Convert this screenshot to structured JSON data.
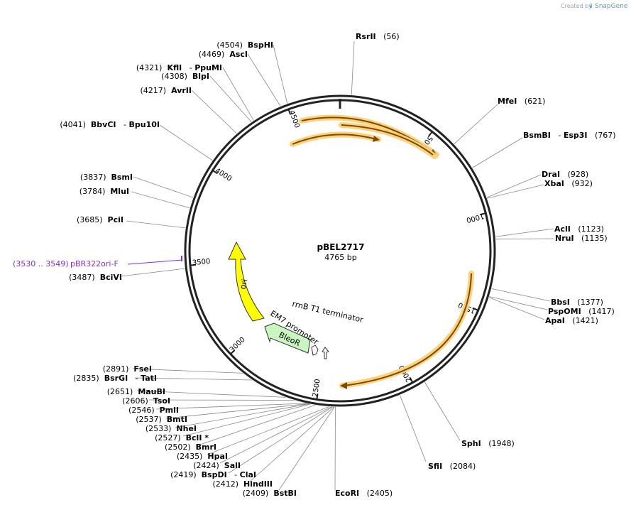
{
  "credit": {
    "created_by": "Created by",
    "app": "SnapGene"
  },
  "plasmid": {
    "name": "pBEL2717",
    "length_label": "4765 bp",
    "length": 4765
  },
  "ring_ticks": [
    "500",
    "1000",
    "1500",
    "2000",
    "2500",
    "3000",
    "3500",
    "4000",
    "4500"
  ],
  "sites": [
    {
      "id": "rsrii",
      "name": "RsrII",
      "pos": "(56)"
    },
    {
      "id": "mfei",
      "name": "MfeI",
      "pos": "(621)"
    },
    {
      "id": "bsmbi",
      "name": "BsmBI",
      "name2": "Esp3I",
      "pos": "(767)"
    },
    {
      "id": "drai",
      "name": "DraI",
      "pos": "(928)"
    },
    {
      "id": "xbai",
      "name": "XbaI",
      "pos": "(932)"
    },
    {
      "id": "acli",
      "name": "AclI",
      "pos": "(1123)"
    },
    {
      "id": "nrui",
      "name": "NruI",
      "pos": "(1135)"
    },
    {
      "id": "bbsi",
      "name": "BbsI",
      "pos": "(1377)"
    },
    {
      "id": "pspomi",
      "name": "PspOMI",
      "pos": "(1417)"
    },
    {
      "id": "apai",
      "name": "ApaI",
      "pos": "(1421)"
    },
    {
      "id": "sphi",
      "name": "SphI",
      "pos": "(1948)"
    },
    {
      "id": "sfii",
      "name": "SfiI",
      "pos": "(2084)"
    },
    {
      "id": "ecori",
      "name": "EcoRI",
      "pos": "(2405)"
    },
    {
      "id": "bstbi",
      "name": "BstBI",
      "pos": "(2409)"
    },
    {
      "id": "hindiii",
      "name": "HindIII",
      "pos": "(2412)"
    },
    {
      "id": "bspdi",
      "name": "BspDI",
      "name2": "ClaI",
      "pos": "(2419)"
    },
    {
      "id": "sali",
      "name": "SalI",
      "pos": "(2424)"
    },
    {
      "id": "hpai",
      "name": "HpaI",
      "pos": "(2435)"
    },
    {
      "id": "bmri",
      "name": "BmrI",
      "pos": "(2502)"
    },
    {
      "id": "bcli",
      "name": "BclI *",
      "pos": "(2527)"
    },
    {
      "id": "nhei",
      "name": "NheI",
      "pos": "(2533)"
    },
    {
      "id": "bmti",
      "name": "BmtI",
      "pos": "(2537)"
    },
    {
      "id": "pmli",
      "name": "PmlI",
      "pos": "(2546)"
    },
    {
      "id": "tsoi",
      "name": "TsoI",
      "pos": "(2606)"
    },
    {
      "id": "maubi",
      "name": "MauBI",
      "pos": "(2651)"
    },
    {
      "id": "bsrgi",
      "name": "BsrGI",
      "name2": "TatI",
      "pos": "(2835)"
    },
    {
      "id": "fsei",
      "name": "FseI",
      "pos": "(2891)"
    },
    {
      "id": "bcivi",
      "name": "BciVI",
      "pos": "(3487)"
    },
    {
      "id": "pcii",
      "name": "PciI",
      "pos": "(3685)"
    },
    {
      "id": "mlui",
      "name": "MluI",
      "pos": "(3784)"
    },
    {
      "id": "bsmi",
      "name": "BsmI",
      "pos": "(3837)"
    },
    {
      "id": "bbvci",
      "name": "BbvCI",
      "name2": "Bpu10I",
      "pos": "(4041)"
    },
    {
      "id": "avrii",
      "name": "AvrII",
      "pos": "(4217)"
    },
    {
      "id": "blpi",
      "name": "BlpI",
      "pos": "(4308)"
    },
    {
      "id": "kfli",
      "name": "KflI",
      "name2": "PpuMI",
      "pos": "(4321)"
    },
    {
      "id": "asci",
      "name": "AscI",
      "pos": "(4469)"
    },
    {
      "id": "bsphi",
      "name": "BspHI",
      "pos": "(4504)"
    }
  ],
  "primer": {
    "range": "(3530 .. 3549)",
    "name": "pBR322ori-F",
    "color": "#8a2be2"
  },
  "features": {
    "ori": "ori",
    "bleor": "BleoR",
    "em7": "EM7 promoter",
    "rrnb": "rrnB T1 terminator"
  },
  "colors": {
    "backbone": "#222222",
    "orf_fill": "#ffd27a",
    "orf_stroke": "#7a4a0a",
    "ori_fill": "#ffff00",
    "bleor_fill": "#c8f5c0"
  }
}
